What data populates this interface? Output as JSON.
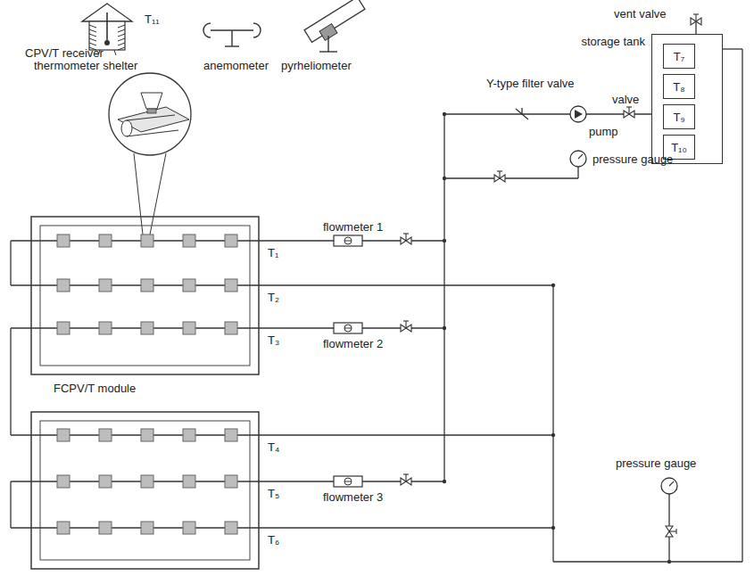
{
  "diagram": {
    "nodes": [
      {
        "text": [
          "storage tank"
        ]
      },
      {
        "text": [
          "T₇"
        ],
        "in": 0
      },
      {
        "text": [
          "T₈"
        ],
        "in": 0
      },
      {
        "text": [
          "T₉"
        ],
        "in": 0
      },
      {
        "text": [
          "T₁₀"
        ],
        "in": 0
      }
    ],
    "labels": [
      "T₁₁",
      "thermometer shelter",
      "anemometer",
      "pyrheliometer",
      "vent valve",
      "CPV/T receiver",
      "Y-type filter valve",
      "valve",
      "pump",
      "pressure gauge",
      "flowmeter 1",
      "T₁",
      "T₂",
      "T₃",
      "flowmeter 2",
      "FCPV/T module",
      "T₄",
      "T₅",
      "flowmeter 3",
      "T₆",
      "pressure gauge"
    ]
  }
}
